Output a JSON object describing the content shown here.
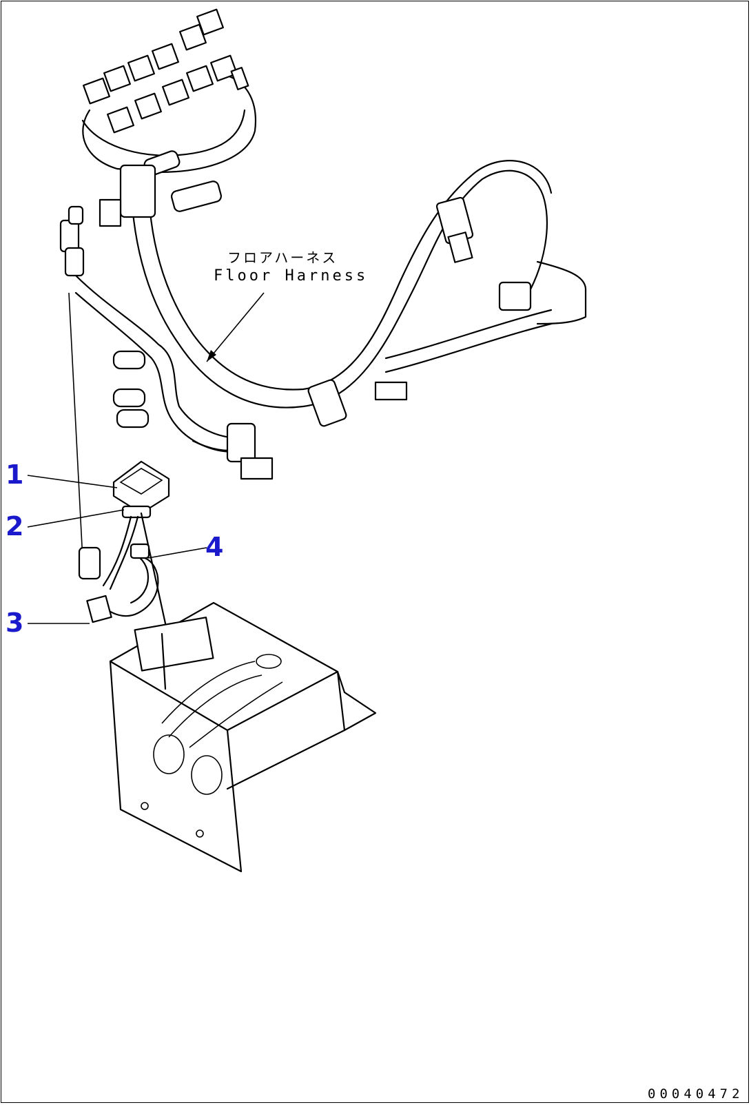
{
  "labels": {
    "floor_harness_jp": "フロアハーネス",
    "floor_harness_en": "Floor Harness"
  },
  "callouts": [
    "1",
    "2",
    "3",
    "4"
  ],
  "drawing_number": "00040472"
}
